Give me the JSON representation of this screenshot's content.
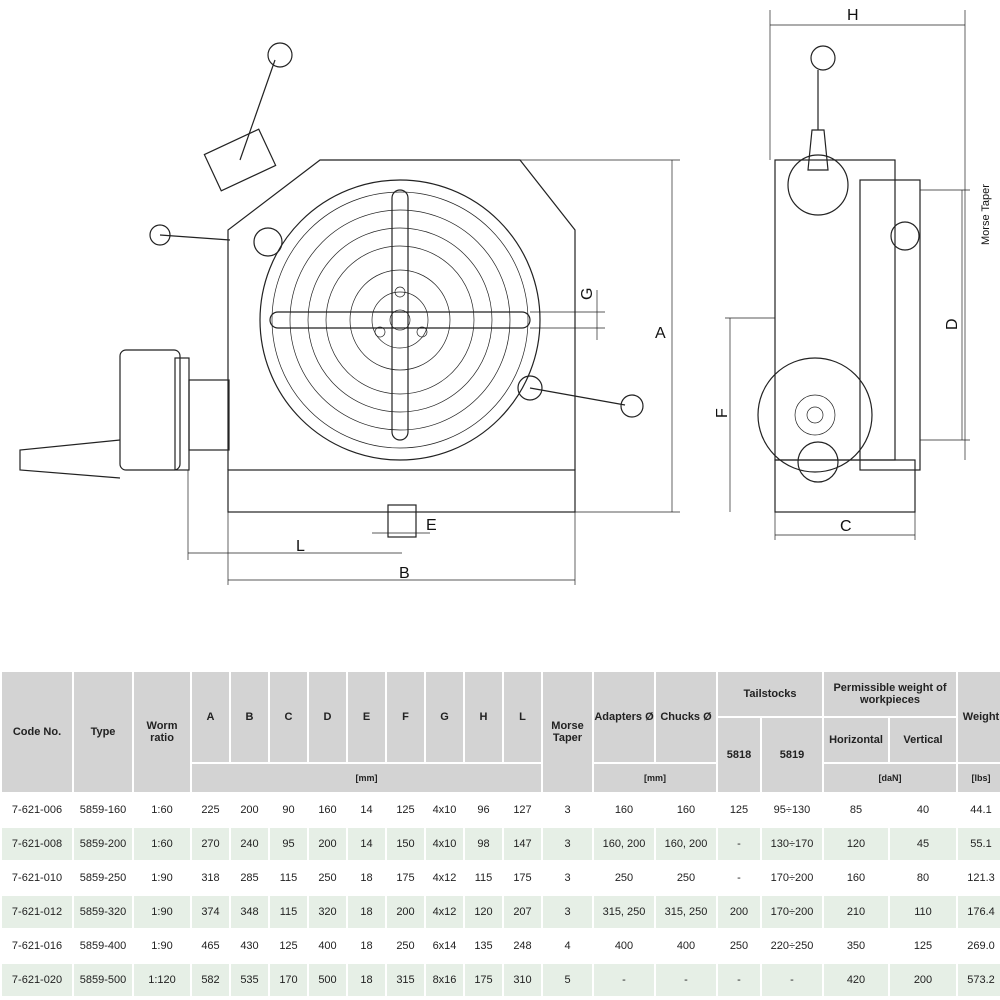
{
  "drawing": {
    "labels": {
      "A": "A",
      "B": "B",
      "C": "C",
      "D": "D",
      "E": "E",
      "F": "F",
      "G": "G",
      "H": "H",
      "L": "L",
      "morse": "Morse Taper"
    }
  },
  "table": {
    "headers": {
      "code": "Code No.",
      "type": "Type",
      "worm": "Worm ratio",
      "A": "A",
      "B": "B",
      "C": "C",
      "D": "D",
      "E": "E",
      "F": "F",
      "G": "G",
      "H": "H",
      "L": "L",
      "morse": "Morse Taper",
      "adapters": "Adapters Ø",
      "chucks": "Chucks Ø",
      "tailstocks": "Tailstocks",
      "t5818": "5818",
      "t5819": "5819",
      "perm": "Permissible weight of workpieces",
      "horizontal": "Horizontal",
      "vertical": "Vertical",
      "weight": "Weight",
      "unit_mm": "[mm]",
      "unit_mm2": "[mm]",
      "unit_dan": "[daN]",
      "unit_lbs": "[lbs]"
    },
    "rows": [
      [
        "7-621-006",
        "5859-160",
        "1:60",
        "225",
        "200",
        "90",
        "160",
        "14",
        "125",
        "4x10",
        "96",
        "127",
        "3",
        "160",
        "160",
        "125",
        "95÷130",
        "85",
        "40",
        "44.1"
      ],
      [
        "7-621-008",
        "5859-200",
        "1:60",
        "270",
        "240",
        "95",
        "200",
        "14",
        "150",
        "4x10",
        "98",
        "147",
        "3",
        "160, 200",
        "160, 200",
        "-",
        "130÷170",
        "120",
        "45",
        "55.1"
      ],
      [
        "7-621-010",
        "5859-250",
        "1:90",
        "318",
        "285",
        "115",
        "250",
        "18",
        "175",
        "4x12",
        "115",
        "175",
        "3",
        "250",
        "250",
        "-",
        "170÷200",
        "160",
        "80",
        "121.3"
      ],
      [
        "7-621-012",
        "5859-320",
        "1:90",
        "374",
        "348",
        "115",
        "320",
        "18",
        "200",
        "4x12",
        "120",
        "207",
        "3",
        "315, 250",
        "315, 250",
        "200",
        "170÷200",
        "210",
        "110",
        "176.4"
      ],
      [
        "7-621-016",
        "5859-400",
        "1:90",
        "465",
        "430",
        "125",
        "400",
        "18",
        "250",
        "6x14",
        "135",
        "248",
        "4",
        "400",
        "400",
        "250",
        "220÷250",
        "350",
        "125",
        "269.0"
      ],
      [
        "7-621-020",
        "5859-500",
        "1:120",
        "582",
        "535",
        "170",
        "500",
        "18",
        "315",
        "8x16",
        "175",
        "310",
        "5",
        "-",
        "-",
        "-",
        "-",
        "420",
        "200",
        "573.2"
      ]
    ]
  }
}
